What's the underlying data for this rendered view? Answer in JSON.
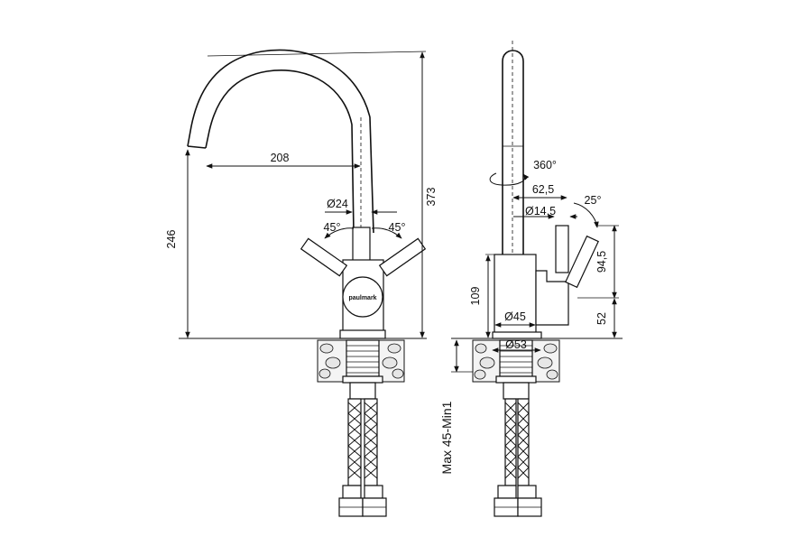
{
  "colors": {
    "line": "#111111",
    "background": "#ffffff",
    "stone_fill": "#e6e6e6"
  },
  "front_view": {
    "spout_reach": "208",
    "spout_height": "246",
    "total_height": "373",
    "body_diameter": "Ø24",
    "handle_angle_left": "45°",
    "handle_angle_right": "45°",
    "logo": "paulmark"
  },
  "side_view": {
    "swivel": "360°",
    "handle_offset": "62,5",
    "handle_diameter": "Ø14,5",
    "handle_tilt": "25°",
    "handle_length": "94,5",
    "handle_base_height": "52",
    "body_height": "109",
    "body_diameter": "Ø45",
    "base_diameter": "Ø53",
    "mount_thickness": "Max 45-Min1"
  }
}
